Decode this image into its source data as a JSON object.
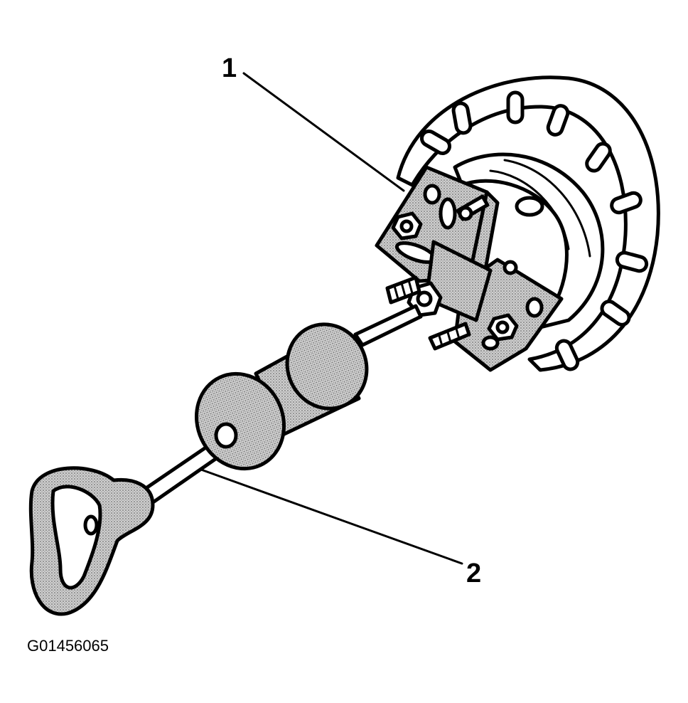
{
  "callouts": {
    "one": "1",
    "two": "2"
  },
  "figure_id": "G01456065",
  "colors": {
    "ink": "#000000",
    "shade": "#c8c8c8",
    "paper": "#ffffff"
  }
}
